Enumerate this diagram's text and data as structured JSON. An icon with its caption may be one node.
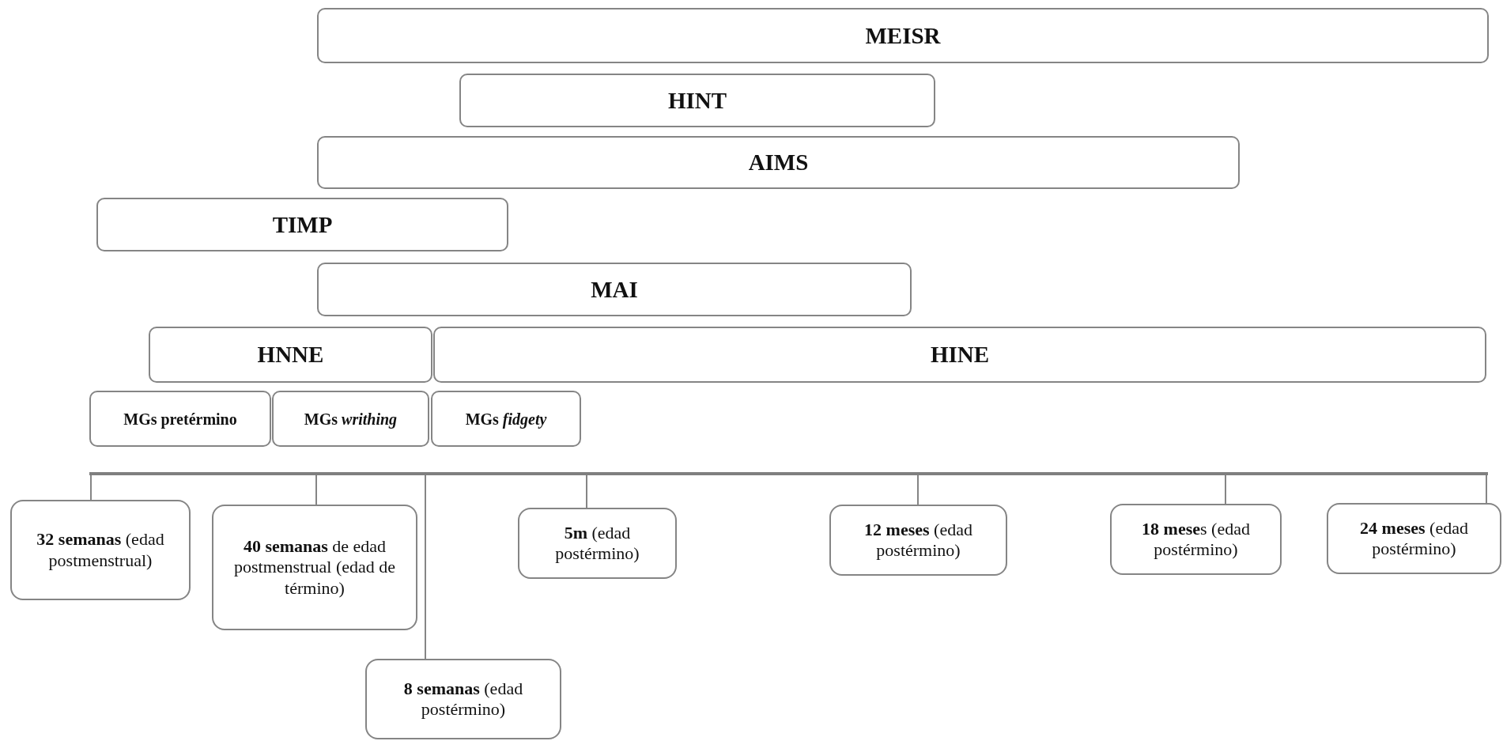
{
  "diagram": {
    "nodes": [
      {
        "text": [
          "MEISR"
        ]
      },
      {
        "text": [
          "HINT"
        ]
      },
      {
        "text": [
          "AIMS"
        ]
      },
      {
        "text": [
          "TIMP"
        ]
      },
      {
        "text": [
          "MAI"
        ]
      },
      {
        "text": [
          "HNNE"
        ]
      },
      {
        "text": [
          "HINE"
        ]
      },
      {
        "text": [
          "MGs pretérmino"
        ]
      },
      {
        "text": [
          "MGs *writhing*"
        ]
      },
      {
        "text": [
          "MGs *fidgety*"
        ]
      },
      {
        "text": [],
        "shape": "bar"
      },
      {
        "text": [
          "**32 semanas** (edad postmenstrual)"
        ]
      },
      {
        "text": [
          "**40 semanas** de edad postmenstrual (edad de término)"
        ]
      },
      {
        "text": [
          "**8 semanas** (edad postérmino)"
        ]
      },
      {
        "text": [
          "**5m** (edad postérmino)"
        ]
      },
      {
        "text": [
          "**12 meses** (edad postérmino)"
        ]
      },
      {
        "text": [
          "**18 mese**s (edad postérmino)"
        ]
      },
      {
        "text": [
          "**24 meses** (edad postérmino)"
        ]
      }
    ],
    "edges": [
      {
        "from": 10,
        "to": 11,
        "arrow": "none"
      },
      {
        "from": 10,
        "to": 12,
        "arrow": "none"
      },
      {
        "from": 10,
        "to": 13,
        "arrow": "none"
      },
      {
        "from": 10,
        "to": 14,
        "arrow": "none"
      },
      {
        "from": 10,
        "to": 15,
        "arrow": "none"
      },
      {
        "from": 10,
        "to": 16,
        "arrow": "none"
      },
      {
        "from": 10,
        "to": 17,
        "arrow": "none"
      }
    ]
  }
}
